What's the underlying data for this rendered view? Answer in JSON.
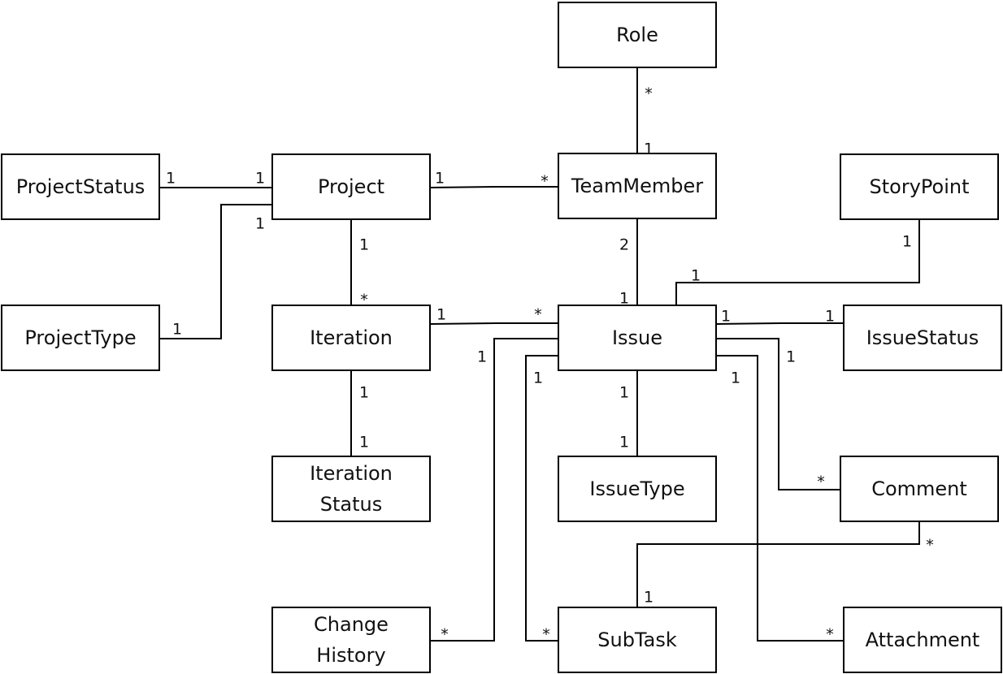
{
  "entities": {
    "role": [
      "Role"
    ],
    "project_status": [
      "ProjectStatus"
    ],
    "project": [
      "Project"
    ],
    "team_member": [
      "TeamMember"
    ],
    "story_point": [
      "StoryPoint"
    ],
    "project_type": [
      "ProjectType"
    ],
    "iteration": [
      "Iteration"
    ],
    "issue": [
      "Issue"
    ],
    "issue_status": [
      "IssueStatus"
    ],
    "iteration_status": [
      "Iteration",
      "Status"
    ],
    "issue_type": [
      "IssueType"
    ],
    "comment": [
      "Comment"
    ],
    "change_history": [
      "Change",
      "History"
    ],
    "sub_task": [
      "SubTask"
    ],
    "attachment": [
      "Attachment"
    ]
  },
  "relationships": [
    {
      "id": "role-teammember",
      "from": "role",
      "to": "team_member",
      "from_mult": "*",
      "to_mult": "1"
    },
    {
      "id": "projectstatus-project",
      "from": "project_status",
      "to": "project",
      "from_mult": "1",
      "to_mult": "1"
    },
    {
      "id": "projecttype-project",
      "from": "project_type",
      "to": "project",
      "from_mult": "1",
      "to_mult": "1"
    },
    {
      "id": "project-teammember",
      "from": "project",
      "to": "team_member",
      "from_mult": "1",
      "to_mult": "*"
    },
    {
      "id": "project-iteration",
      "from": "project",
      "to": "iteration",
      "from_mult": "1",
      "to_mult": "*"
    },
    {
      "id": "teammember-issue",
      "from": "team_member",
      "to": "issue",
      "from_mult": "2",
      "to_mult": "1"
    },
    {
      "id": "storypoint-issue",
      "from": "story_point",
      "to": "issue",
      "from_mult": "1",
      "to_mult": "1"
    },
    {
      "id": "iteration-issue",
      "from": "iteration",
      "to": "issue",
      "from_mult": "1",
      "to_mult": "*"
    },
    {
      "id": "issue-issuestatus",
      "from": "issue",
      "to": "issue_status",
      "from_mult": "1",
      "to_mult": "1"
    },
    {
      "id": "iteration-iterationstatus",
      "from": "iteration",
      "to": "iteration_status",
      "from_mult": "1",
      "to_mult": "1"
    },
    {
      "id": "issue-issuetype",
      "from": "issue",
      "to": "issue_type",
      "from_mult": "1",
      "to_mult": "1"
    },
    {
      "id": "issue-changehistory",
      "from": "issue",
      "to": "change_history",
      "from_mult": "1",
      "to_mult": "*"
    },
    {
      "id": "issue-subtask",
      "from": "issue",
      "to": "sub_task",
      "from_mult": "1",
      "to_mult": "*"
    },
    {
      "id": "issue-comment",
      "from": "issue",
      "to": "comment",
      "from_mult": "1",
      "to_mult": "*"
    },
    {
      "id": "issue-attachment",
      "from": "issue",
      "to": "attachment",
      "from_mult": "1",
      "to_mult": "*"
    },
    {
      "id": "comment-subtask",
      "from": "comment",
      "to": "sub_task",
      "from_mult": "*",
      "to_mult": "1"
    }
  ]
}
